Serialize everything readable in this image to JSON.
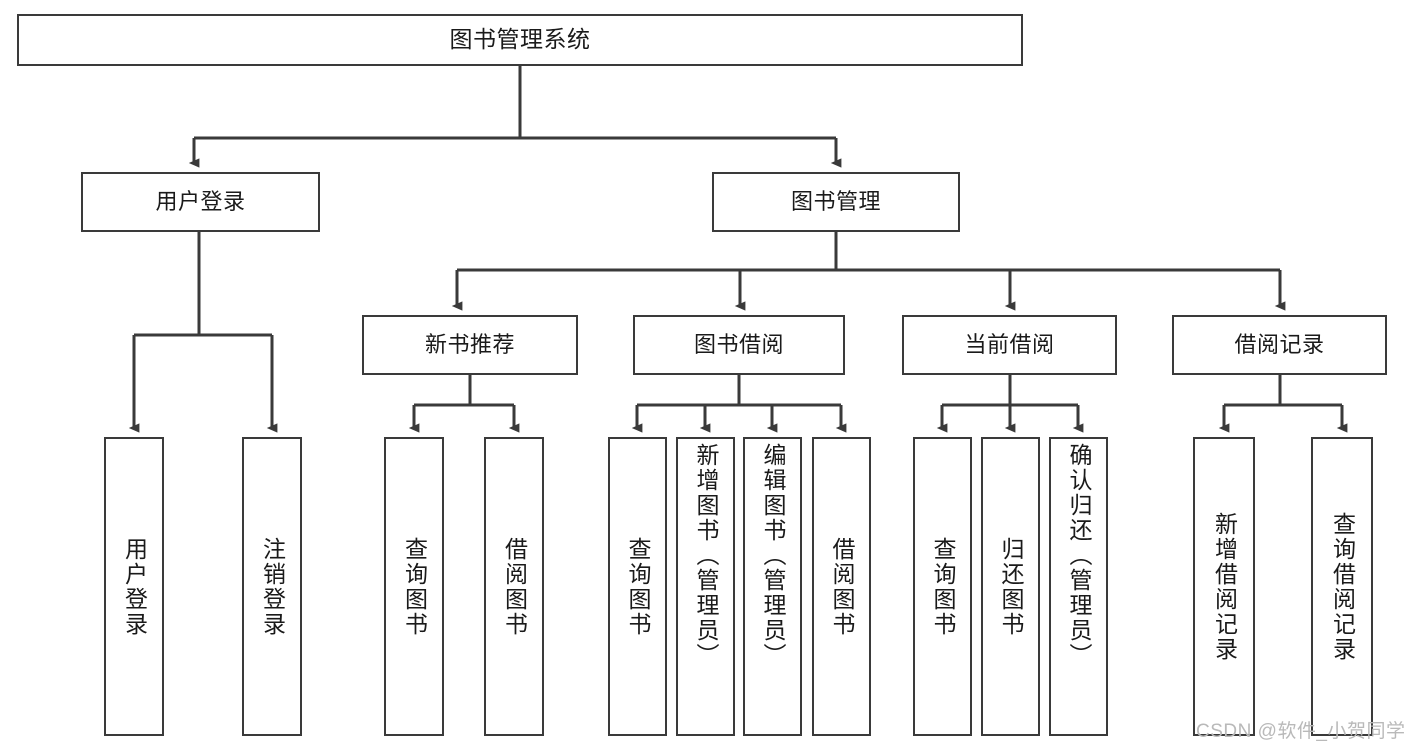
{
  "diagram": {
    "title": "图书管理系统",
    "type": "hierarchy-tree",
    "colors": {
      "stroke": "#3a3a3a",
      "box_fill": "#ffffff",
      "background": "#ffffff",
      "watermark": "#b9b9b9"
    },
    "nodes": {
      "root": {
        "label": "图书管理系统"
      },
      "level1": [
        {
          "label": "用户登录"
        },
        {
          "label": "图书管理"
        }
      ],
      "level2": [
        {
          "label": "新书推荐"
        },
        {
          "label": "图书借阅"
        },
        {
          "label": "当前借阅"
        },
        {
          "label": "借阅记录"
        }
      ],
      "leaves": {
        "user_login": [
          {
            "label": "用户登录"
          },
          {
            "label": "注销登录"
          }
        ],
        "new_book": [
          {
            "label": "查询图书"
          },
          {
            "label": "借阅图书"
          }
        ],
        "book_borrow": [
          {
            "label": "查询图书"
          },
          {
            "label": "新增图书（管理员）"
          },
          {
            "label": "编辑图书（管理员）"
          },
          {
            "label": "借阅图书"
          }
        ],
        "current_borrow": [
          {
            "label": "查询图书"
          },
          {
            "label": "归还图书"
          },
          {
            "label": "确认归还（管理员）"
          }
        ],
        "borrow_record": [
          {
            "label": "新增借阅记录"
          },
          {
            "label": "查询借阅记录"
          }
        ]
      }
    },
    "watermark": "CSDN @软件_小贺同学"
  }
}
